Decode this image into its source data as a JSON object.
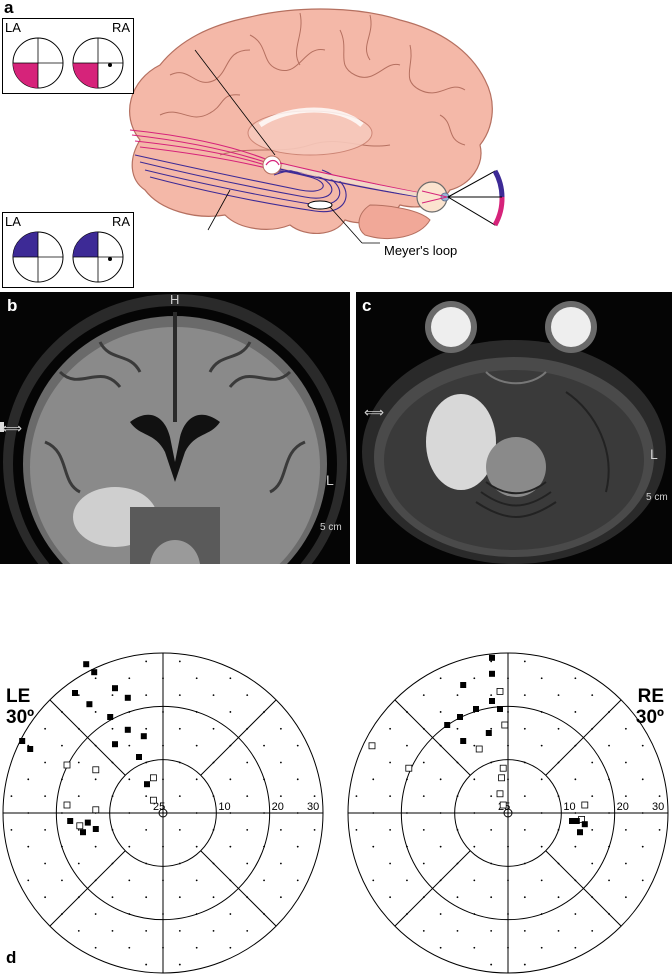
{
  "panels": {
    "a": {
      "letter": "a"
    },
    "b": {
      "letter": "b"
    },
    "c": {
      "letter": "c"
    },
    "d": {
      "letter": "d"
    }
  },
  "inset_top": {
    "left_label": "LA",
    "right_label": "RA",
    "color": "#d6237a"
  },
  "inset_bottom": {
    "left_label": "LA",
    "right_label": "RA",
    "color": "#3d2a96"
  },
  "callout": {
    "label": "Meyer's loop"
  },
  "mri_b": {
    "top_marker": "H",
    "side_marker": "L",
    "scale_label": "5 cm"
  },
  "mri_c": {
    "side_marker": "L",
    "scale_label": "5 cm"
  },
  "visual_fields": {
    "left": {
      "eye_label": "LE",
      "field_label": "30º",
      "ring_labels": [
        "25",
        "10",
        "20",
        "30"
      ]
    },
    "right": {
      "eye_label": "RE",
      "field_label": "30º",
      "ring_labels": [
        "25",
        "10",
        "20",
        "30"
      ]
    }
  },
  "colors": {
    "brain": "#f4b8a8",
    "radiation_pink": "#d6237a",
    "radiation_blue": "#3d2a96"
  }
}
